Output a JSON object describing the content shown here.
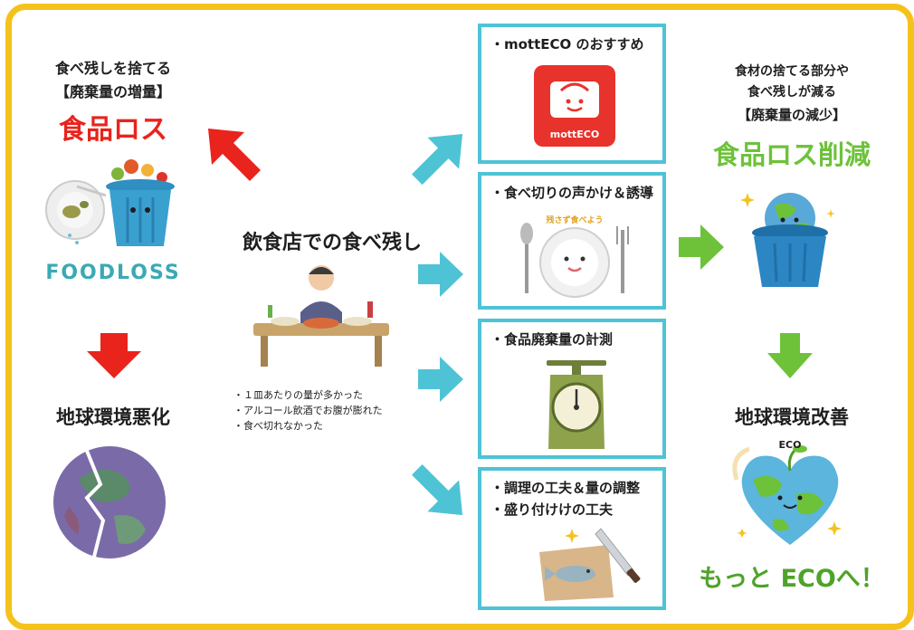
{
  "left": {
    "line1": "食べ残しを捨てる",
    "line2": "【廃棄量の増量】",
    "headline": "食品ロス",
    "foodloss": "FOODLOSS",
    "result": "地球環境悪化"
  },
  "center": {
    "title": "飲食店での食べ残し",
    "reasons": [
      "・１皿あたりの量が多かった",
      "・アルコール飲酒でお腹が膨れた",
      "・食べ切れなかった"
    ]
  },
  "boxes": [
    {
      "label": "・mottECO のおすすめ",
      "logo_text": "mottECO"
    },
    {
      "label": "・食べ切りの声かけ＆誘導",
      "plate_text": "残さず食べよう"
    },
    {
      "label": "・食品廃棄量の計測"
    },
    {
      "label1": "・調理の工夫＆量の調整",
      "label2": "・盛り付けけの工夫"
    }
  ],
  "right": {
    "line1": "食材の捨てる部分や",
    "line2": "食べ残しが減る",
    "line3": "【廃棄量の減少】",
    "headline": "食品ロス削減",
    "result": "地球環境改善",
    "eco_tag": "ECO",
    "closing": "もっと ECOへ！"
  },
  "colors": {
    "frame": "#f5c21c",
    "red": "#e8241c",
    "teal": "#4fc3d6",
    "green": "#6dc23a",
    "foodloss_text": "#3aa9b4"
  }
}
